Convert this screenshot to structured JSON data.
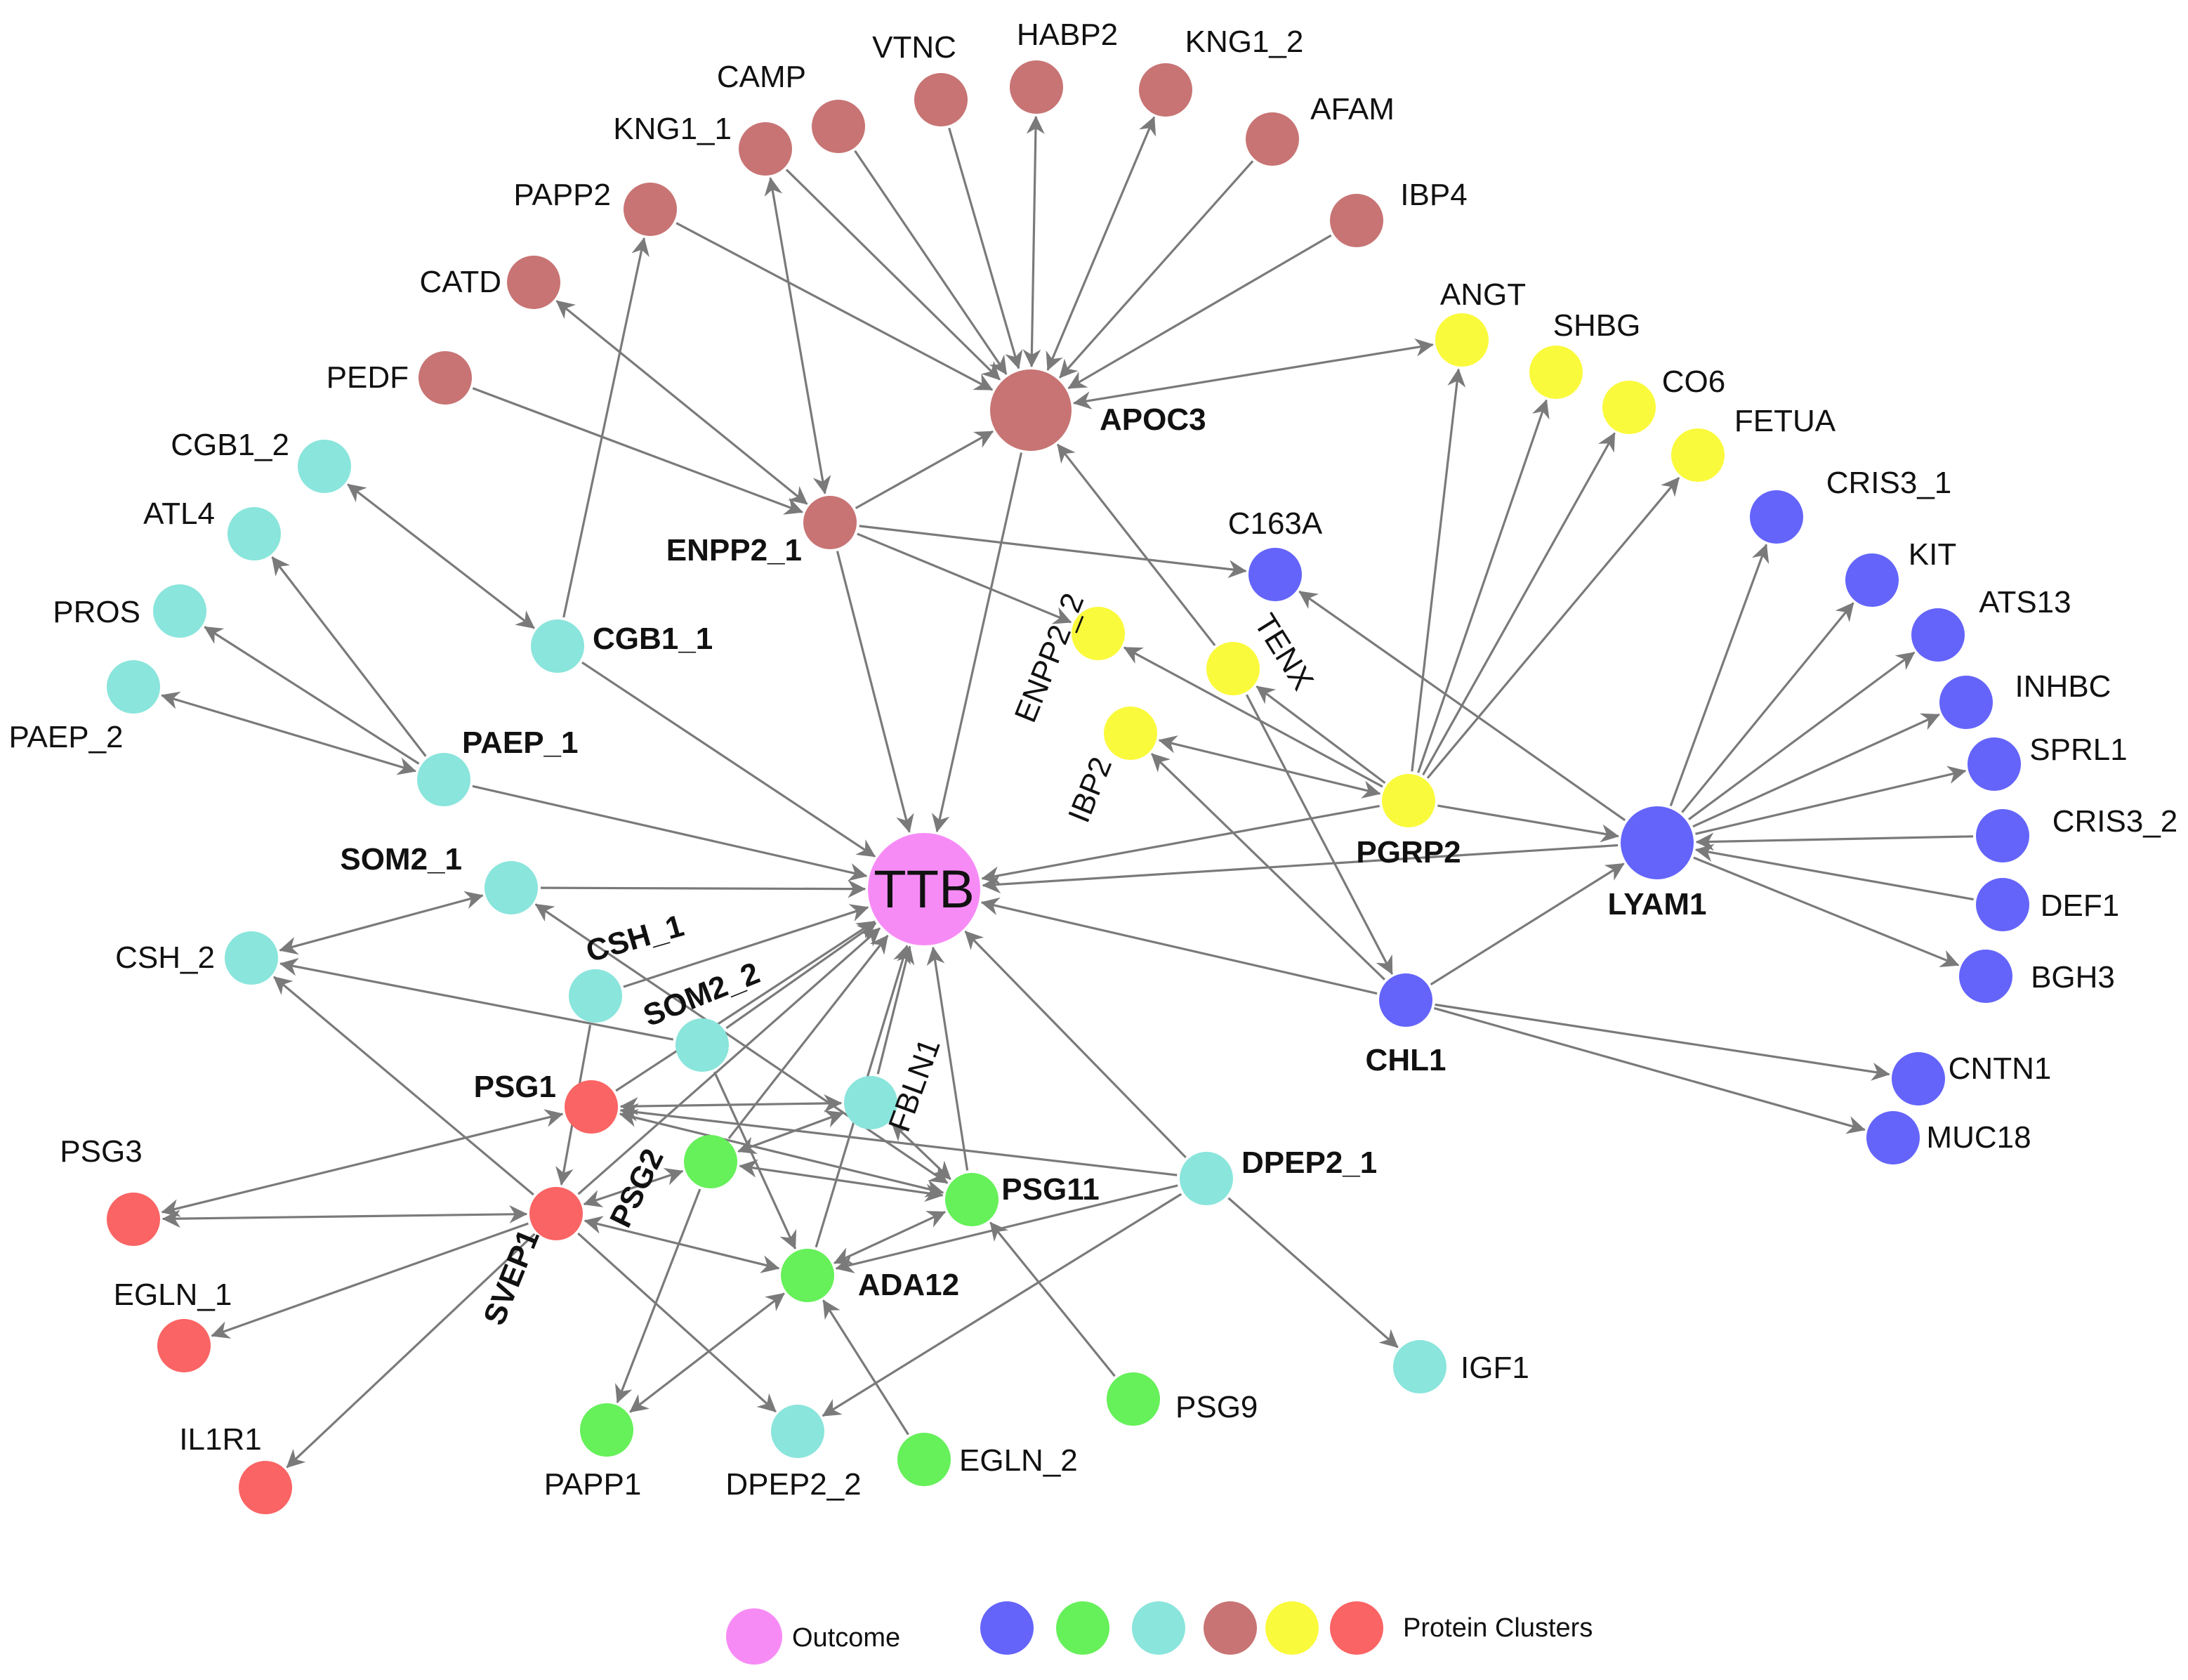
{
  "colors": {
    "outcome": "#f78bf6",
    "blue": "#6464fa",
    "green": "#66f05a",
    "cyan": "#8ae5dc",
    "brown": "#c87474",
    "yellow": "#fafa3c",
    "red": "#fa6464",
    "edge": "#7a7a7a"
  },
  "nodes": [
    {
      "id": "TTB",
      "label": "TTB",
      "group": "outcome"
    },
    {
      "id": "APOC3",
      "label": "APOC3",
      "group": "brown"
    },
    {
      "id": "ENPP2_1",
      "label": "ENPP2_1",
      "group": "brown"
    },
    {
      "id": "PAPP2",
      "label": "PAPP2",
      "group": "brown"
    },
    {
      "id": "KNG1_1",
      "label": "KNG1_1",
      "group": "brown"
    },
    {
      "id": "CAMP",
      "label": "CAMP",
      "group": "brown"
    },
    {
      "id": "VTNC",
      "label": "VTNC",
      "group": "brown"
    },
    {
      "id": "HABP2",
      "label": "HABP2",
      "group": "brown"
    },
    {
      "id": "KNG1_2",
      "label": "KNG1_2",
      "group": "brown"
    },
    {
      "id": "AFAM",
      "label": "AFAM",
      "group": "brown"
    },
    {
      "id": "IBP4",
      "label": "IBP4",
      "group": "brown"
    },
    {
      "id": "CATD",
      "label": "CATD",
      "group": "brown"
    },
    {
      "id": "PEDF",
      "label": "PEDF",
      "group": "brown"
    },
    {
      "id": "ANGT",
      "label": "ANGT",
      "group": "yellow"
    },
    {
      "id": "SHBG",
      "label": "SHBG",
      "group": "yellow"
    },
    {
      "id": "CO6",
      "label": "CO6",
      "group": "yellow"
    },
    {
      "id": "FETUA",
      "label": "FETUA",
      "group": "yellow"
    },
    {
      "id": "ENPP2_2",
      "label": "ENPP2_2",
      "group": "yellow"
    },
    {
      "id": "TENX",
      "label": "TENX",
      "group": "yellow"
    },
    {
      "id": "IBP2",
      "label": "IBP2",
      "group": "yellow"
    },
    {
      "id": "PGRP2",
      "label": "PGRP2",
      "group": "yellow"
    },
    {
      "id": "C163A",
      "label": "C163A",
      "group": "blue"
    },
    {
      "id": "CRIS3_1",
      "label": "CRIS3_1",
      "group": "blue"
    },
    {
      "id": "KIT",
      "label": "KIT",
      "group": "blue"
    },
    {
      "id": "ATS13",
      "label": "ATS13",
      "group": "blue"
    },
    {
      "id": "INHBC",
      "label": "INHBC",
      "group": "blue"
    },
    {
      "id": "SPRL1",
      "label": "SPRL1",
      "group": "blue"
    },
    {
      "id": "CRIS3_2",
      "label": "CRIS3_2",
      "group": "blue"
    },
    {
      "id": "DEF1",
      "label": "DEF1",
      "group": "blue"
    },
    {
      "id": "BGH3",
      "label": "BGH3",
      "group": "blue"
    },
    {
      "id": "LYAM1",
      "label": "LYAM1",
      "group": "blue"
    },
    {
      "id": "CHL1",
      "label": "CHL1",
      "group": "blue"
    },
    {
      "id": "CNTN1",
      "label": "CNTN1",
      "group": "blue"
    },
    {
      "id": "MUC18",
      "label": "MUC18",
      "group": "blue"
    },
    {
      "id": "CGB1_2",
      "label": "CGB1_2",
      "group": "cyan"
    },
    {
      "id": "ATL4",
      "label": "ATL4",
      "group": "cyan"
    },
    {
      "id": "PROS",
      "label": "PROS",
      "group": "cyan"
    },
    {
      "id": "PAEP_2",
      "label": "PAEP_2",
      "group": "cyan"
    },
    {
      "id": "CGB1_1",
      "label": "CGB1_1",
      "group": "cyan"
    },
    {
      "id": "PAEP_1",
      "label": "PAEP_1",
      "group": "cyan"
    },
    {
      "id": "SOM2_1",
      "label": "SOM2_1",
      "group": "cyan"
    },
    {
      "id": "CSH_2",
      "label": "CSH_2",
      "group": "cyan"
    },
    {
      "id": "CSH_1",
      "label": "CSH_1",
      "group": "cyan"
    },
    {
      "id": "SOM2_2",
      "label": "SOM2_2",
      "group": "cyan"
    },
    {
      "id": "FBLN1",
      "label": "FBLN1",
      "group": "cyan"
    },
    {
      "id": "DPEP2_1",
      "label": "DPEP2_1",
      "group": "cyan"
    },
    {
      "id": "DPEP2_2",
      "label": "DPEP2_2",
      "group": "cyan"
    },
    {
      "id": "IGF1",
      "label": "IGF1",
      "group": "cyan"
    },
    {
      "id": "PSG1",
      "label": "PSG1",
      "group": "red"
    },
    {
      "id": "PSG3",
      "label": "PSG3",
      "group": "red"
    },
    {
      "id": "SVEP1",
      "label": "SVEP1",
      "group": "red"
    },
    {
      "id": "EGLN_1",
      "label": "EGLN_1",
      "group": "red"
    },
    {
      "id": "IL1R1",
      "label": "IL1R1",
      "group": "red"
    },
    {
      "id": "PSG2",
      "label": "PSG2",
      "group": "green"
    },
    {
      "id": "PSG11",
      "label": "PSG11",
      "group": "green"
    },
    {
      "id": "ADA12",
      "label": "ADA12",
      "group": "green"
    },
    {
      "id": "PAPP1",
      "label": "PAPP1",
      "group": "green"
    },
    {
      "id": "EGLN_2",
      "label": "EGLN_2",
      "group": "green"
    },
    {
      "id": "PSG9",
      "label": "PSG9",
      "group": "green"
    }
  ],
  "edges": [
    [
      "ENPP2_1",
      "APOC3",
      0
    ],
    [
      "PAPP2",
      "APOC3",
      0
    ],
    [
      "CAMP",
      "APOC3",
      0
    ],
    [
      "VTNC",
      "APOC3",
      0
    ],
    [
      "APOC3",
      "HABP2",
      1
    ],
    [
      "APOC3",
      "KNG1_2",
      1
    ],
    [
      "AFAM",
      "APOC3",
      0
    ],
    [
      "IBP4",
      "APOC3",
      0
    ],
    [
      "KNG1_1",
      "APOC3",
      0
    ],
    [
      "APOC3",
      "ANGT",
      1
    ],
    [
      "TENX",
      "APOC3",
      0
    ],
    [
      "APOC3",
      "TTB",
      0
    ],
    [
      "ENPP2_1",
      "KNG1_1",
      1
    ],
    [
      "ENPP2_1",
      "CATD",
      1
    ],
    [
      "PEDF",
      "ENPP2_1",
      0
    ],
    [
      "ENPP2_1",
      "TTB",
      0
    ],
    [
      "ENPP2_1",
      "C163A",
      0
    ],
    [
      "ENPP2_1",
      "ENPP2_2",
      0
    ],
    [
      "CGB1_1",
      "PAPP2",
      0
    ],
    [
      "CGB1_1",
      "CGB1_2",
      1
    ],
    [
      "CGB1_1",
      "TTB",
      0
    ],
    [
      "PAEP_1",
      "ATL4",
      0
    ],
    [
      "PAEP_1",
      "PROS",
      0
    ],
    [
      "PAEP_1",
      "PAEP_2",
      1
    ],
    [
      "PAEP_1",
      "TTB",
      0
    ],
    [
      "SOM2_1",
      "TTB",
      0
    ],
    [
      "SOM2_1",
      "CSH_2",
      1
    ],
    [
      "SOM2_1",
      "PSG11",
      1
    ],
    [
      "CSH_1",
      "TTB",
      0
    ],
    [
      "CSH_1",
      "SVEP1",
      0
    ],
    [
      "SOM2_2",
      "CSH_2",
      0
    ],
    [
      "SOM2_2",
      "TTB",
      0
    ],
    [
      "SOM2_2",
      "ADA12",
      0
    ],
    [
      "PSG1",
      "TTB",
      0
    ],
    [
      "PSG1",
      "PSG3",
      1
    ],
    [
      "PSG1",
      "FBLN1",
      1
    ],
    [
      "SVEP1",
      "TTB",
      0
    ],
    [
      "SVEP1",
      "CSH_2",
      0
    ],
    [
      "SVEP1",
      "PSG3",
      1
    ],
    [
      "SVEP1",
      "EGLN_1",
      0
    ],
    [
      "SVEP1",
      "IL1R1",
      0
    ],
    [
      "SVEP1",
      "DPEP2_2",
      0
    ],
    [
      "SVEP1",
      "ADA12",
      1
    ],
    [
      "SVEP1",
      "PSG2",
      1
    ],
    [
      "PSG2",
      "TTB",
      0
    ],
    [
      "PSG2",
      "PSG11",
      1
    ],
    [
      "PSG2",
      "PAPP1",
      0
    ],
    [
      "PSG2",
      "FBLN1",
      1
    ],
    [
      "PSG11",
      "TTB",
      0
    ],
    [
      "PSG11",
      "PSG1",
      1
    ],
    [
      "PSG11",
      "ADA12",
      1
    ],
    [
      "PSG11",
      "FBLN1",
      1
    ],
    [
      "ADA12",
      "TTB",
      0
    ],
    [
      "PAPP1",
      "ADA12",
      1
    ],
    [
      "EGLN_2",
      "ADA12",
      0
    ],
    [
      "PSG9",
      "PSG11",
      0
    ],
    [
      "DPEP2_1",
      "TTB",
      0
    ],
    [
      "DPEP2_1",
      "DPEP2_2",
      0
    ],
    [
      "DPEP2_1",
      "ADA12",
      0
    ],
    [
      "DPEP2_1",
      "PSG1",
      0
    ],
    [
      "DPEP2_1",
      "IGF1",
      0
    ],
    [
      "FBLN1",
      "TTB",
      0
    ],
    [
      "PGRP2",
      "TTB",
      0
    ],
    [
      "PGRP2",
      "ANGT",
      0
    ],
    [
      "PGRP2",
      "SHBG",
      0
    ],
    [
      "PGRP2",
      "CO6",
      0
    ],
    [
      "PGRP2",
      "FETUA",
      0
    ],
    [
      "PGRP2",
      "ENPP2_2",
      0
    ],
    [
      "PGRP2",
      "IBP2",
      1
    ],
    [
      "PGRP2",
      "LYAM1",
      0
    ],
    [
      "PGRP2",
      "TENX",
      0
    ],
    [
      "LYAM1",
      "TTB",
      0
    ],
    [
      "LYAM1",
      "C163A",
      0
    ],
    [
      "LYAM1",
      "CRIS3_1",
      0
    ],
    [
      "LYAM1",
      "KIT",
      0
    ],
    [
      "LYAM1",
      "ATS13",
      0
    ],
    [
      "LYAM1",
      "INHBC",
      0
    ],
    [
      "LYAM1",
      "SPRL1",
      0
    ],
    [
      "CRIS3_2",
      "LYAM1",
      0
    ],
    [
      "DEF1",
      "LYAM1",
      0
    ],
    [
      "LYAM1",
      "BGH3",
      0
    ],
    [
      "CHL1",
      "TTB",
      0
    ],
    [
      "CHL1",
      "LYAM1",
      0
    ],
    [
      "CHL1",
      "IBP2",
      0
    ],
    [
      "TENX",
      "CHL1",
      0
    ],
    [
      "CHL1",
      "CNTN1",
      0
    ],
    [
      "CHL1",
      "MUC18",
      0
    ]
  ],
  "legend": {
    "outcome_label": "Outcome",
    "clusters_label": "Protein Clusters",
    "cluster_colors": [
      "blue",
      "green",
      "cyan",
      "brown",
      "yellow",
      "red"
    ]
  }
}
